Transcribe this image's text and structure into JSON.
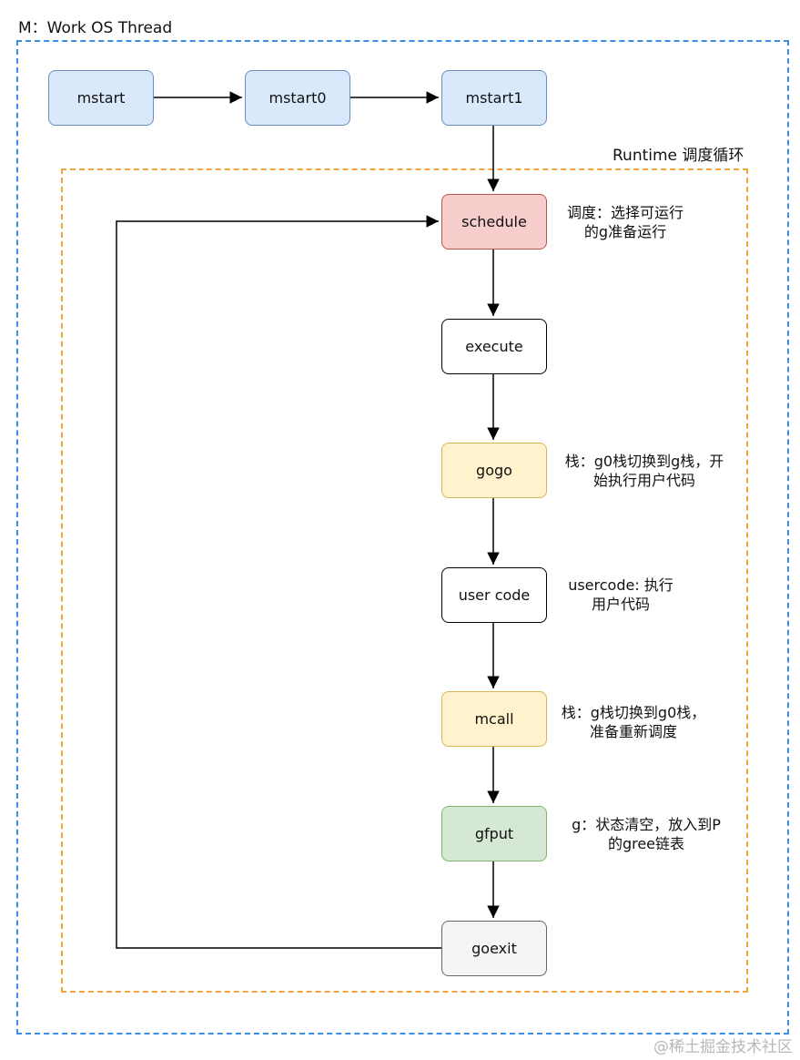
{
  "outer_title": "M：Work OS Thread",
  "inner_title": "Runtime 调度循环",
  "nodes": {
    "mstart": "mstart",
    "mstart0": "mstart0",
    "mstart1": "mstart1",
    "schedule": "schedule",
    "execute": "execute",
    "gogo": "gogo",
    "usercode": "user code",
    "mcall": "mcall",
    "gfput": "gfput",
    "goexit": "goexit"
  },
  "notes": {
    "schedule": [
      "调度：选择可运行",
      "的g准备运行"
    ],
    "gogo": [
      "栈：g0栈切换到g栈，开",
      "始执行用户代码"
    ],
    "usercode": [
      "usercode: 执行",
      "用户代码"
    ],
    "mcall": [
      "栈：g栈切换到g0栈，",
      "准备重新调度"
    ],
    "gfput": [
      "g：状态清空，放入到P",
      "的gree链表"
    ]
  },
  "watermark": "@稀土掘金技术社区",
  "colors": {
    "outer_frame": "#3a8ee6",
    "inner_frame": "#f0a43a",
    "blue_node": "#dae8fc",
    "red_node": "#f8cecc",
    "yellow_node": "#fff2cc",
    "green_node": "#d5e8d4",
    "grey_node": "#f5f5f5"
  }
}
